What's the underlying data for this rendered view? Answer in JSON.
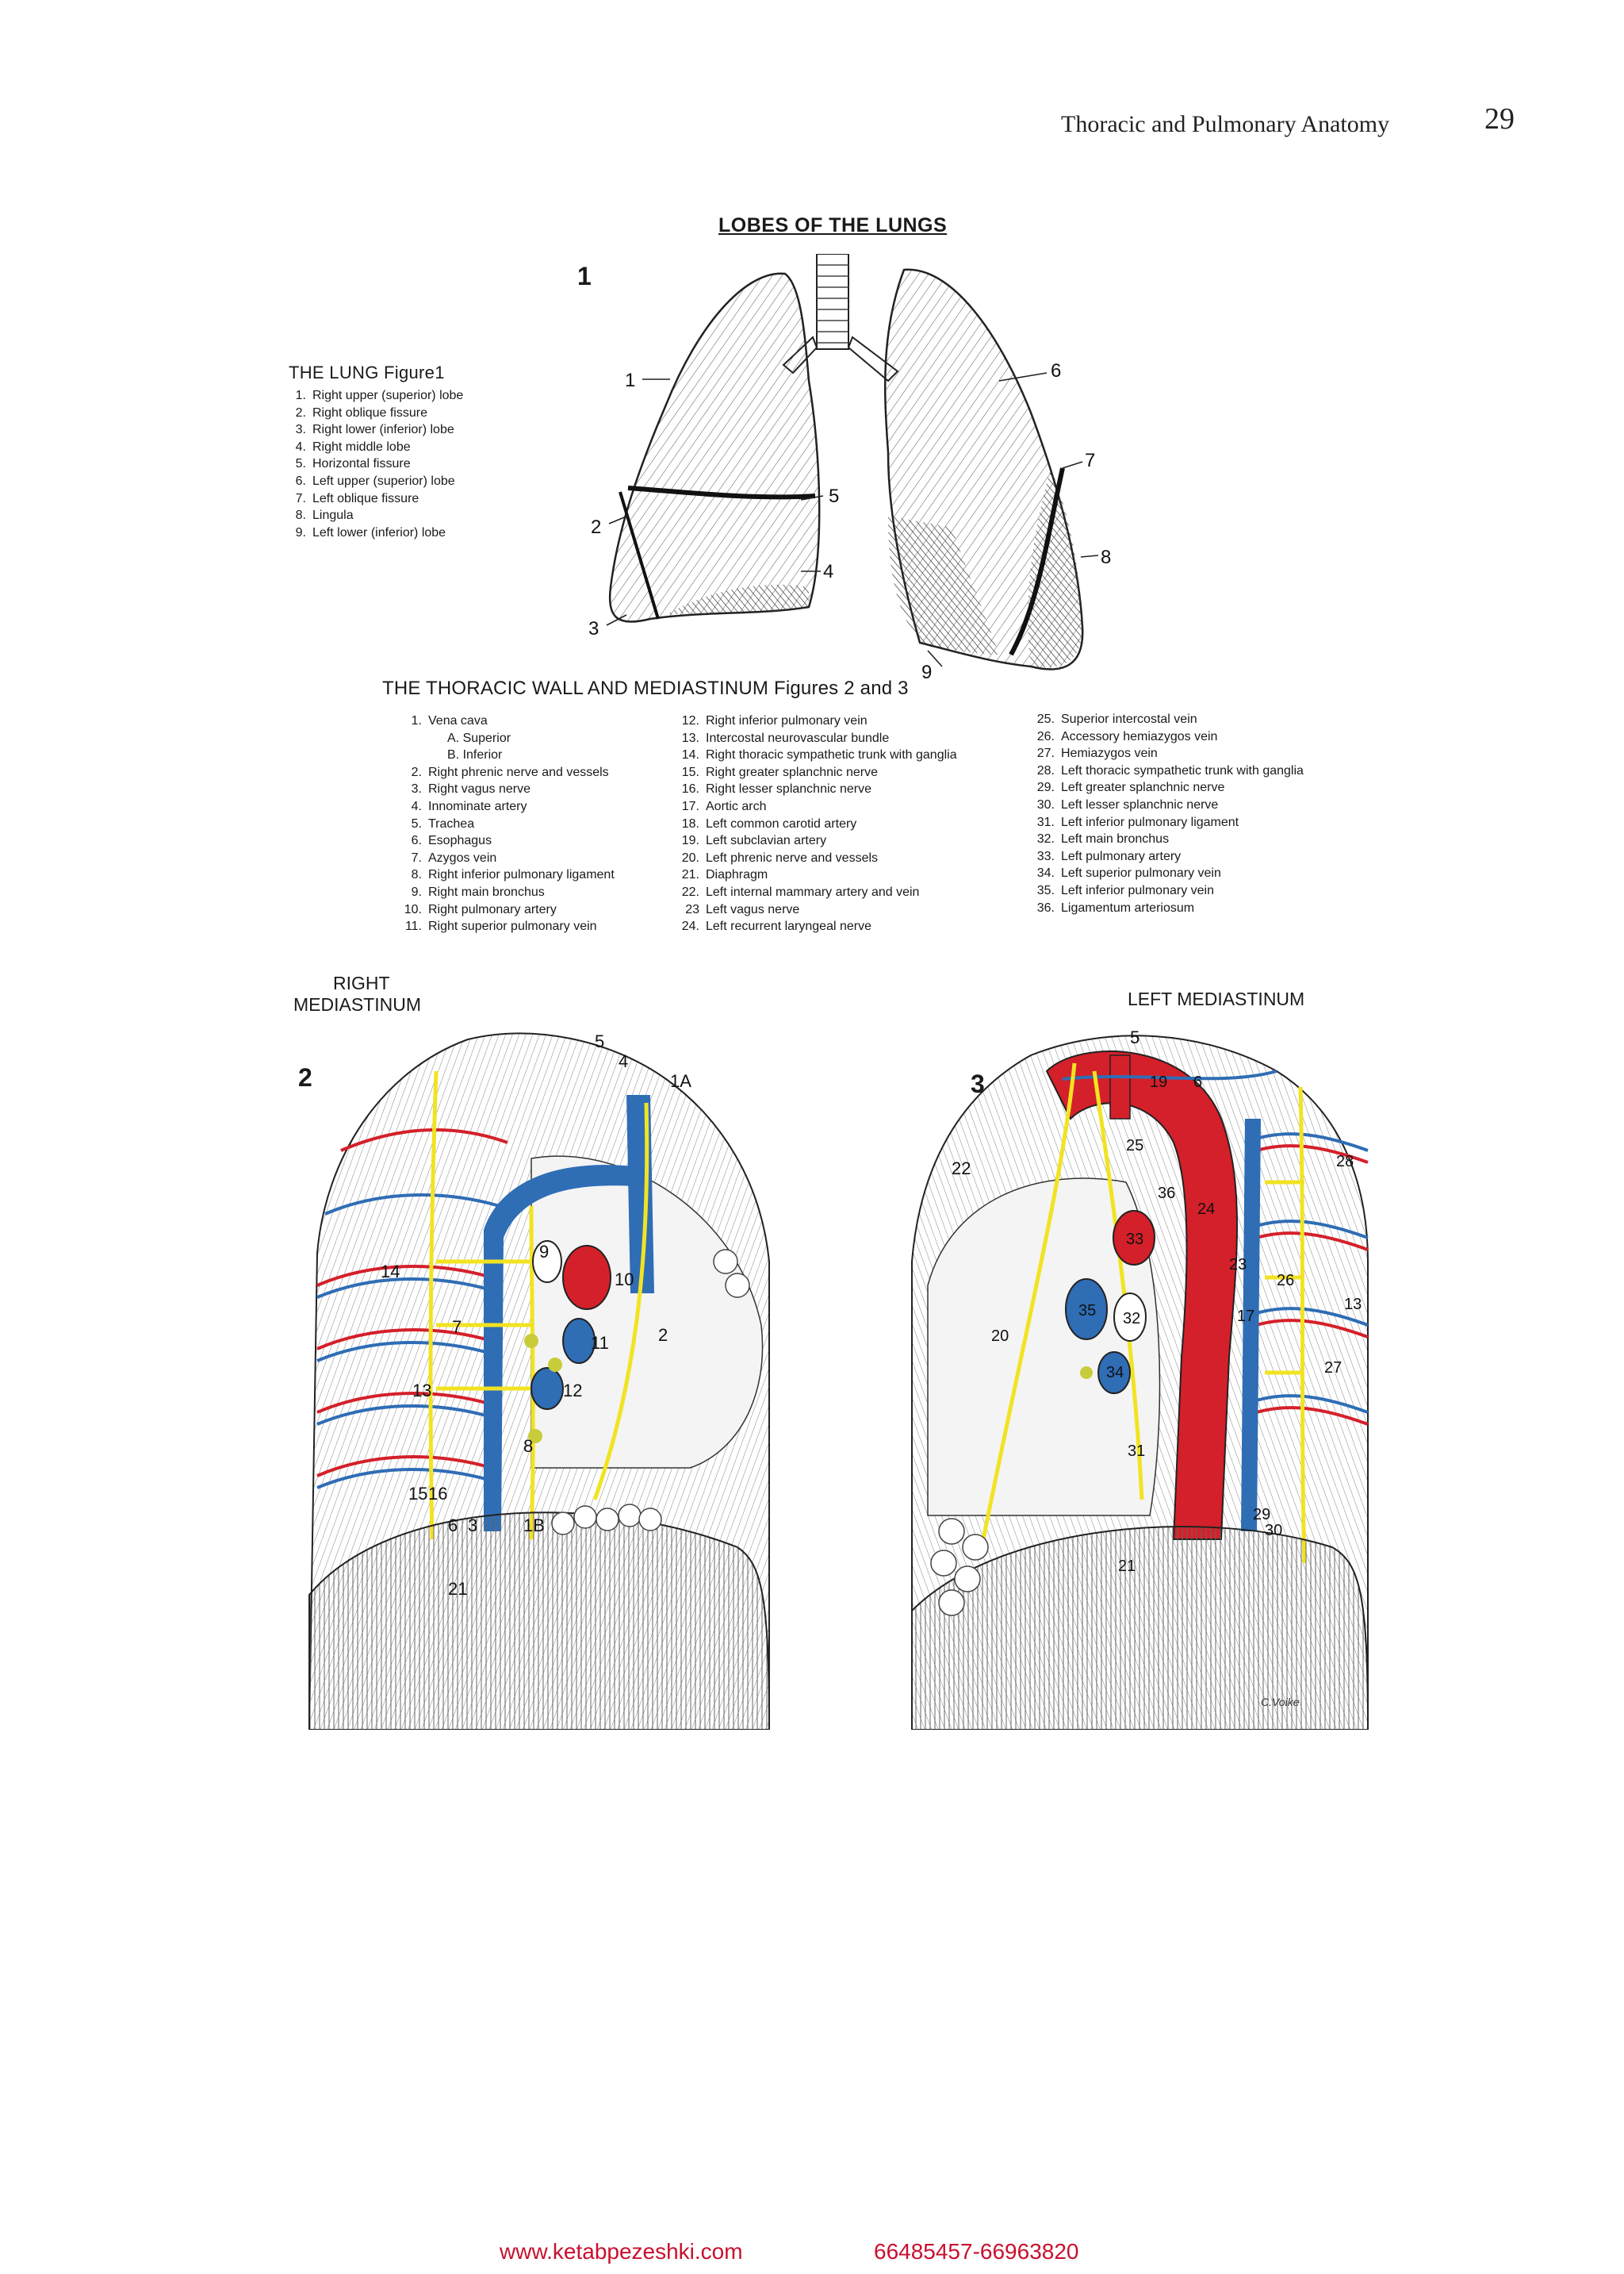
{
  "header": {
    "running_title": "Thoracic and Pulmonary Anatomy",
    "page_number": "29"
  },
  "plate": {
    "title": "LOBES OF THE LUNGS",
    "figure1": {
      "number": "1",
      "legend_title": "THE LUNG Figure1",
      "items": [
        {
          "n": "1.",
          "text": "Right upper (superior) lobe"
        },
        {
          "n": "2.",
          "text": "Right oblique fissure"
        },
        {
          "n": "3.",
          "text": "Right lower (inferior) lobe"
        },
        {
          "n": "4.",
          "text": "Right middle lobe"
        },
        {
          "n": "5.",
          "text": "Horizontal fissure"
        },
        {
          "n": "6.",
          "text": "Left upper (superior) lobe"
        },
        {
          "n": "7.",
          "text": "Left oblique fissure"
        },
        {
          "n": "8.",
          "text": "Lingula"
        },
        {
          "n": "9.",
          "text": "Left lower (inferior) lobe"
        }
      ],
      "callouts": [
        "1",
        "2",
        "3",
        "4",
        "5",
        "6",
        "7",
        "8",
        "9"
      ]
    },
    "wall": {
      "title": "THE THORACIC WALL AND MEDIASTINUM Figures 2 and 3",
      "col1": [
        {
          "n": "1.",
          "text": "Vena cava"
        },
        {
          "n": "",
          "text": "A. Superior",
          "sub": true
        },
        {
          "n": "",
          "text": "B. Inferior",
          "sub": true
        },
        {
          "n": "2.",
          "text": "Right phrenic nerve and vessels"
        },
        {
          "n": "3.",
          "text": "Right vagus nerve"
        },
        {
          "n": "4.",
          "text": "Innominate artery"
        },
        {
          "n": "5.",
          "text": "Trachea"
        },
        {
          "n": "6.",
          "text": "Esophagus"
        },
        {
          "n": "7.",
          "text": "Azygos vein"
        },
        {
          "n": "8.",
          "text": "Right inferior pulmonary ligament"
        },
        {
          "n": "9.",
          "text": "Right main bronchus"
        },
        {
          "n": "10.",
          "text": "Right pulmonary artery"
        },
        {
          "n": "11.",
          "text": "Right superior pulmonary vein"
        }
      ],
      "col2": [
        {
          "n": "12.",
          "text": "Right inferior pulmonary vein"
        },
        {
          "n": "13.",
          "text": "Intercostal neurovascular bundle"
        },
        {
          "n": "14.",
          "text": "Right thoracic sympathetic trunk with ganglia"
        },
        {
          "n": "15.",
          "text": "Right greater splanchnic nerve"
        },
        {
          "n": "16.",
          "text": "Right lesser splanchnic nerve"
        },
        {
          "n": "17.",
          "text": "Aortic arch"
        },
        {
          "n": "18.",
          "text": "Left common carotid artery"
        },
        {
          "n": "19.",
          "text": "Left subclavian artery"
        },
        {
          "n": "20.",
          "text": "Left phrenic nerve and vessels"
        },
        {
          "n": "21.",
          "text": "Diaphragm"
        },
        {
          "n": "22.",
          "text": "Left internal mammary artery and vein"
        },
        {
          "n": "23",
          "text": "Left vagus nerve"
        },
        {
          "n": "24.",
          "text": "Left recurrent laryngeal nerve"
        }
      ],
      "col3": [
        {
          "n": "25.",
          "text": "Superior intercostal vein"
        },
        {
          "n": "26.",
          "text": "Accessory hemiazygos vein"
        },
        {
          "n": "27.",
          "text": "Hemiazygos vein"
        },
        {
          "n": "28.",
          "text": "Left thoracic sympathetic trunk with ganglia"
        },
        {
          "n": "29.",
          "text": "Left greater splanchnic nerve"
        },
        {
          "n": "30.",
          "text": "Left lesser splanchnic nerve"
        },
        {
          "n": "31.",
          "text": "Left inferior pulmonary ligament"
        },
        {
          "n": "32.",
          "text": "Left main bronchus"
        },
        {
          "n": "33.",
          "text": "Left pulmonary artery"
        },
        {
          "n": "34.",
          "text": "Left superior pulmonary vein"
        },
        {
          "n": "35.",
          "text": "Left inferior pulmonary vein"
        },
        {
          "n": "36.",
          "text": "Ligamentum arteriosum"
        }
      ]
    },
    "figure2": {
      "number": "2",
      "label_line1": "RIGHT",
      "label_line2": "MEDIASTINUM",
      "callouts": [
        "5",
        "4",
        "1A",
        "14",
        "7",
        "13",
        "9",
        "10",
        "11",
        "12",
        "2",
        "8",
        "15",
        "16",
        "6",
        "3",
        "1B",
        "21"
      ]
    },
    "figure3": {
      "number": "3",
      "label": "LEFT MEDIASTINUM",
      "callouts": [
        "5",
        "19",
        "6",
        "22",
        "28",
        "25",
        "36",
        "24",
        "33",
        "23",
        "26",
        "20",
        "35",
        "32",
        "17",
        "34",
        "13",
        "27",
        "31",
        "29",
        "30",
        "21"
      ],
      "signature": "C.Voike"
    },
    "colors": {
      "artery": "#d4202a",
      "vein": "#2f6db5",
      "nerve": "#f2e322",
      "ink": "#1a1a1a"
    }
  },
  "footer": {
    "website": "www.ketabpezeshki.com",
    "phone": "66485457-66963820"
  }
}
